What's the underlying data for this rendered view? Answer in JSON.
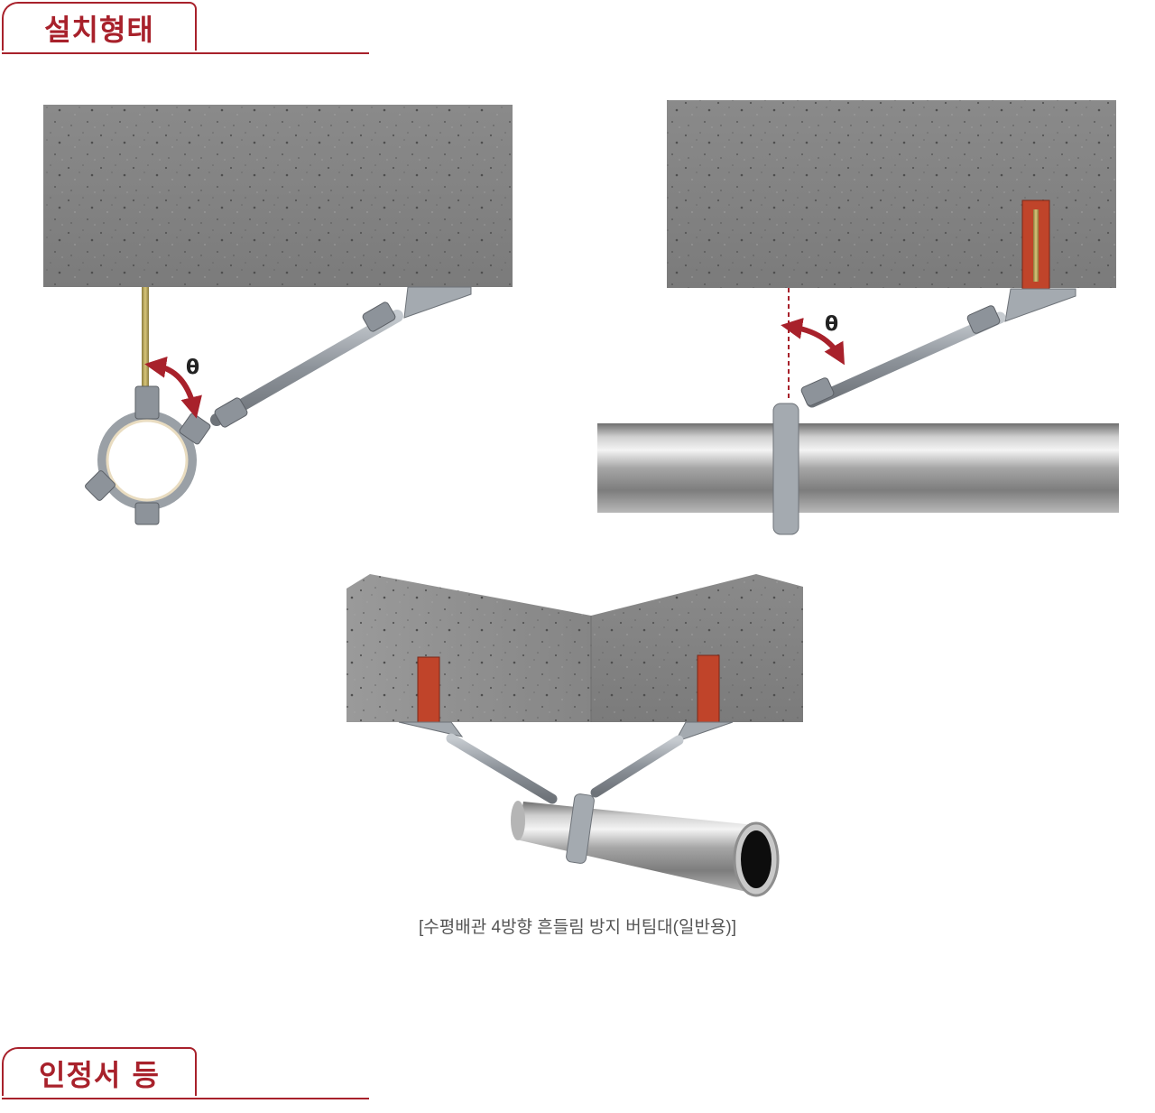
{
  "sections": [
    {
      "title": "설치형태"
    },
    {
      "title": "인정서 등"
    }
  ],
  "diagrams": {
    "angle_label": "θ",
    "caption": "[수평배관 4방향 흔들림 방지 버팀대(일반용)]"
  },
  "colors": {
    "accent": "#a8212b",
    "concrete": "#8e8e8e",
    "steel": "#9aa0a6",
    "anchor": "#c0442a"
  }
}
